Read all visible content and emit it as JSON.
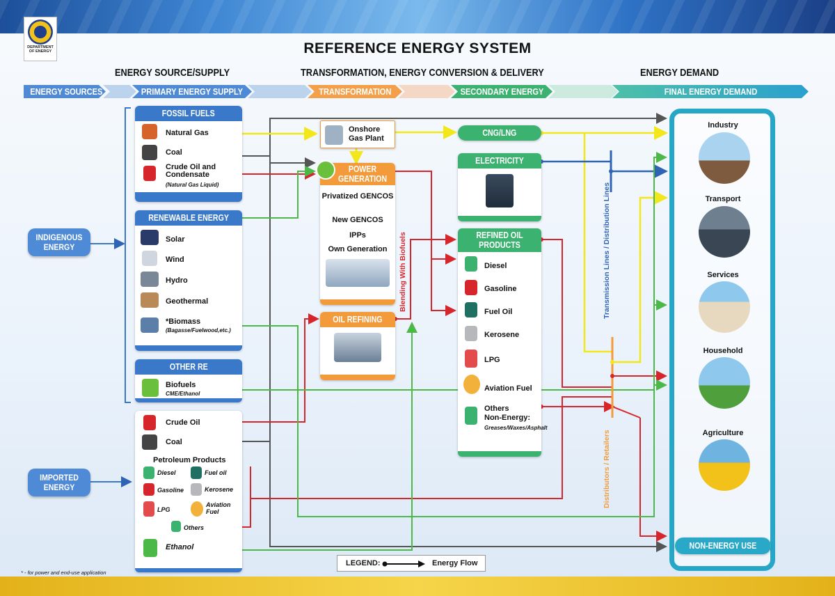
{
  "title": "REFERENCE ENERGY SYSTEM",
  "logo": {
    "line1": "DEPARTMENT",
    "line2": "OF ENERGY"
  },
  "sections": {
    "supply": "ENERGY SOURCE/SUPPLY",
    "transformation": "TRANSFORMATION, ENERGY CONVERSION & DELIVERY",
    "demand": "ENERGY DEMAND"
  },
  "bands": {
    "sources": "ENERGY SOURCES",
    "primary": "PRIMARY ENERGY SUPPLY",
    "transformation": "TRANSFORMATION",
    "secondary": "SECONDARY ENERGY",
    "final": "FINAL ENERGY DEMAND"
  },
  "sources": {
    "indigenous": "INDIGENOUS ENERGY",
    "imported": "IMPORTED ENERGY"
  },
  "fossil": {
    "title": "FOSSIL FUELS",
    "natural_gas": "Natural Gas",
    "coal": "Coal",
    "crude": "Crude Oil and Condensate",
    "crude_sub": "(Natural Gas Liquid)"
  },
  "renewable": {
    "title": "RENEWABLE ENERGY",
    "solar": "Solar",
    "wind": "Wind",
    "hydro": "Hydro",
    "geothermal": "Geothermal",
    "biomass": "*Biomass",
    "biomass_sub": "(Bagasse/Fuelwood,etc.)"
  },
  "other_re": {
    "title": "OTHER RE",
    "biofuels": "Biofuels",
    "biofuels_sub": "CME/Ethanol"
  },
  "imported_box": {
    "crude": "Crude Oil",
    "coal": "Coal",
    "petroleum": "Petroleum Products",
    "diesel": "Diesel",
    "fuel_oil": "Fuel oil",
    "gasoline": "Gasoline",
    "kerosene": "Kerosene",
    "lpg": "LPG",
    "aviation": "Aviation Fuel",
    "others": "Others",
    "ethanol": "Ethanol"
  },
  "onshore": "Onshore Gas Plant",
  "power_gen": {
    "title": "POWER GENERATION",
    "privatized": "Privatized GENCOS",
    "new": "New GENCOS",
    "ipps": "IPPs",
    "own": "Own Generation"
  },
  "oil_refining": "OIL REFINING",
  "blending": "Blending With Biofuels",
  "cng": "CNG/LNG",
  "electricity": "ELECTRICITY",
  "refined": {
    "title": "REFINED OIL PRODUCTS",
    "diesel": "Diesel",
    "gasoline": "Gasoline",
    "fuel_oil": "Fuel Oil",
    "kerosene": "Kerosene",
    "lpg": "LPG",
    "aviation": "Aviation Fuel",
    "others": "Others",
    "non_energy": "Non-Energy:",
    "non_energy_sub": "Greases/Waxes/Asphalt"
  },
  "transmission": "Transmission Lines / Distribution Lines",
  "distributors": "Distributors / Retailers",
  "demand": {
    "industry": "Industry",
    "transport": "Transport",
    "services": "Services",
    "household": "Household",
    "agriculture": "Agriculture",
    "non_energy_use": "NON-ENERGY USE"
  },
  "legend": {
    "label": "LEGEND:",
    "flow": "Energy Flow"
  },
  "footnote": "* - for power and end-use application",
  "colors": {
    "gas_flow": "#f2e71a",
    "coal_flow": "#555555",
    "oil_flow": "#d6262b",
    "renewable_flow": "#4cb848",
    "electricity_flow": "#2f64b5",
    "header_blue": "#3a78c9",
    "header_orange": "#f39a3a",
    "header_green": "#3bb26f",
    "demand_frame": "#27a7c7"
  }
}
